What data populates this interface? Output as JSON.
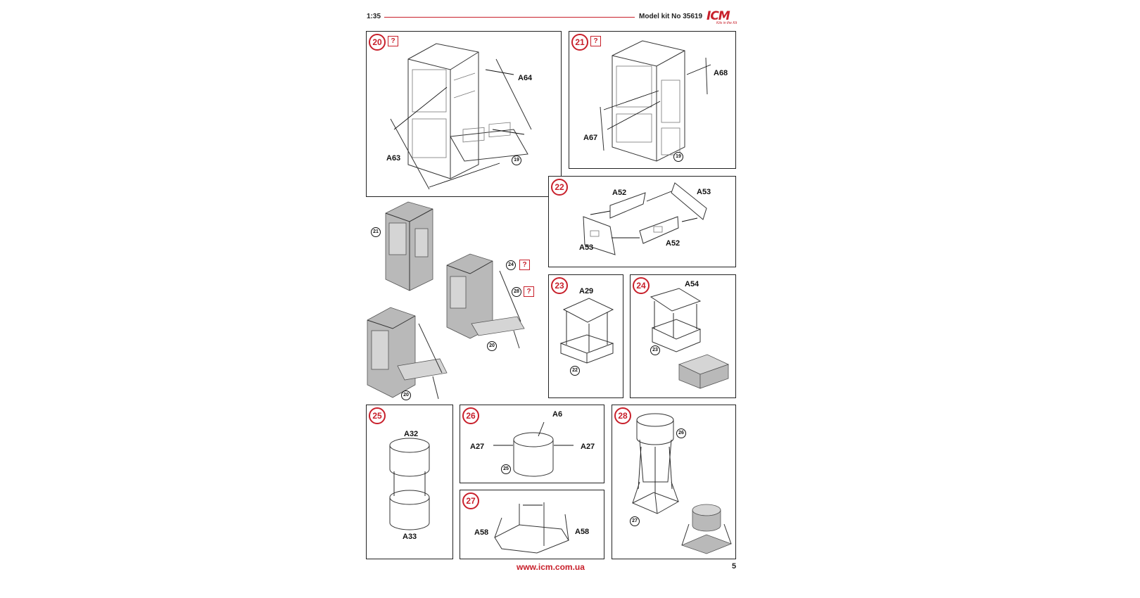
{
  "header": {
    "scale": "1:35",
    "model": "Model kit No 35619",
    "logo_text": "ICM",
    "logo_tagline": "Kits in the Kit"
  },
  "footer": {
    "url": "www.icm.com.ua",
    "page": "5"
  },
  "colors": {
    "accent": "#c8202b",
    "line": "#222222"
  },
  "steps": {
    "s20": {
      "num": "20",
      "parts": {
        "a64": "A64",
        "a63": "A63"
      },
      "ref": "19",
      "note": "?"
    },
    "s21": {
      "num": "21",
      "parts": {
        "a68": "A68",
        "a67": "A67"
      },
      "ref": "19",
      "note": "?"
    },
    "s22": {
      "num": "22",
      "parts": {
        "a52_top": "A52",
        "a53_top": "A53",
        "a53_bottom": "A53",
        "a52_bottom": "A52"
      }
    },
    "s23": {
      "num": "23",
      "parts": {
        "a29": "A29"
      },
      "ref": "22"
    },
    "s24": {
      "num": "24",
      "parts": {
        "a54": "A54"
      },
      "ref": "23"
    },
    "s25": {
      "num": "25",
      "parts": {
        "a32": "A32",
        "a33": "A33"
      }
    },
    "s26": {
      "num": "26",
      "parts": {
        "a6": "A6",
        "a27_left": "A27",
        "a27_right": "A27"
      },
      "ref": "25"
    },
    "s27": {
      "num": "27",
      "parts": {
        "a58_left": "A58",
        "a58_right": "A58"
      }
    },
    "s28": {
      "num": "28",
      "refs": {
        "r26": "26",
        "r27": "27"
      }
    }
  },
  "overview": {
    "ref21": "21",
    "ref24": "24",
    "ref28": "28",
    "ref20_right": "20",
    "ref20_left": "20",
    "note": "?"
  },
  "icons": [
    "question-mark-icon",
    "step-number-icon"
  ]
}
